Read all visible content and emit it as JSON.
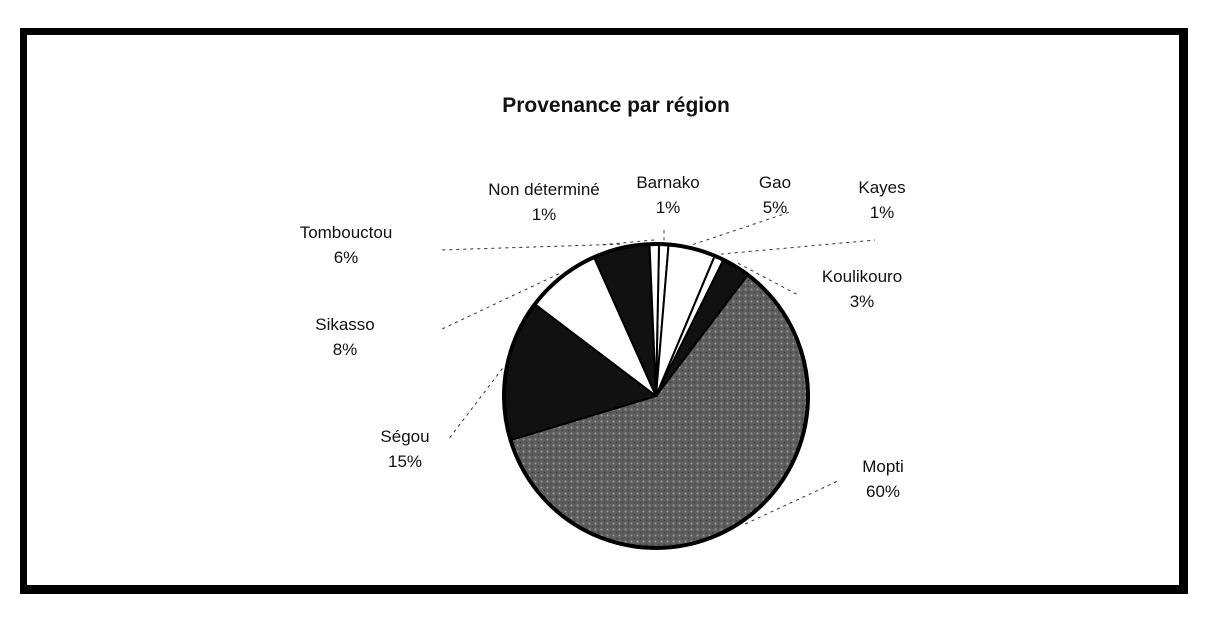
{
  "chart_data": {
    "type": "pie",
    "title": "Provenance par région",
    "slices": [
      {
        "label": "Barnako",
        "value": 1,
        "display": "1%",
        "color": "#ffffff"
      },
      {
        "label": "Gao",
        "value": 5,
        "display": "5%",
        "color": "#ffffff"
      },
      {
        "label": "Kayes",
        "value": 1,
        "display": "1%",
        "color": "#ffffff"
      },
      {
        "label": "Koulikouro",
        "value": 3,
        "display": "3%",
        "color": "#111111"
      },
      {
        "label": "Mopti",
        "value": 60,
        "display": "60%",
        "color": "#6e6e6e"
      },
      {
        "label": "Ségou",
        "value": 15,
        "display": "15%",
        "color": "#111111"
      },
      {
        "label": "Sikasso",
        "value": 8,
        "display": "8%",
        "color": "#ffffff"
      },
      {
        "label": "Tombouctou",
        "value": 6,
        "display": "6%",
        "color": "#111111"
      },
      {
        "label": "Non déterminé",
        "value": 1,
        "display": "1%",
        "color": "#ffffff"
      }
    ],
    "legend": "none",
    "data_labels": "outside"
  }
}
